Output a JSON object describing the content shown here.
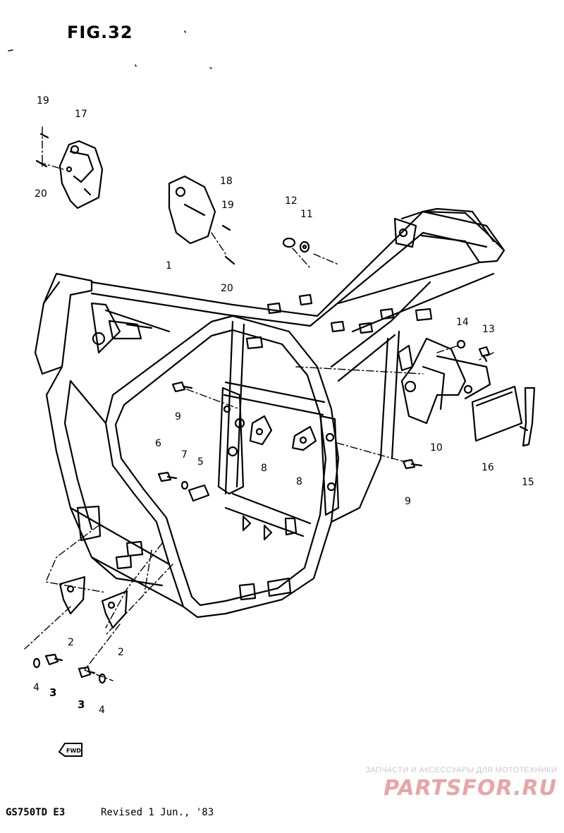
{
  "figure": {
    "title": "FIG.32"
  },
  "callouts": [
    {
      "id": "c1",
      "text": "1"
    },
    {
      "id": "c2a",
      "text": "2"
    },
    {
      "id": "c2b",
      "text": "2"
    },
    {
      "id": "c3a",
      "text": "3"
    },
    {
      "id": "c3b",
      "text": "3"
    },
    {
      "id": "c4a",
      "text": "4"
    },
    {
      "id": "c4b",
      "text": "4"
    },
    {
      "id": "c5",
      "text": "5"
    },
    {
      "id": "c6",
      "text": "6"
    },
    {
      "id": "c7",
      "text": "7"
    },
    {
      "id": "c8a",
      "text": "8"
    },
    {
      "id": "c8b",
      "text": "8"
    },
    {
      "id": "c9a",
      "text": "9"
    },
    {
      "id": "c9b",
      "text": "9"
    },
    {
      "id": "c10",
      "text": "10"
    },
    {
      "id": "c11",
      "text": "11"
    },
    {
      "id": "c12",
      "text": "12"
    },
    {
      "id": "c13",
      "text": "13"
    },
    {
      "id": "c14",
      "text": "14"
    },
    {
      "id": "c15",
      "text": "15"
    },
    {
      "id": "c16",
      "text": "16"
    },
    {
      "id": "c17",
      "text": "17"
    },
    {
      "id": "c18",
      "text": "18"
    },
    {
      "id": "c19a",
      "text": "19"
    },
    {
      "id": "c19b",
      "text": "19"
    },
    {
      "id": "c20a",
      "text": "20"
    },
    {
      "id": "c20b",
      "text": "20"
    }
  ],
  "direction_tag": "FWD",
  "footer": {
    "model": "GS750TD E3",
    "revision": "Revised 1 Jun., '83"
  },
  "watermark": {
    "subtitle": "ЗАПЧАСТИ И АКСЕССУАРЫ ДЛЯ МОТОТЕХНИКИ",
    "logo": "PARTSFOR.RU"
  }
}
